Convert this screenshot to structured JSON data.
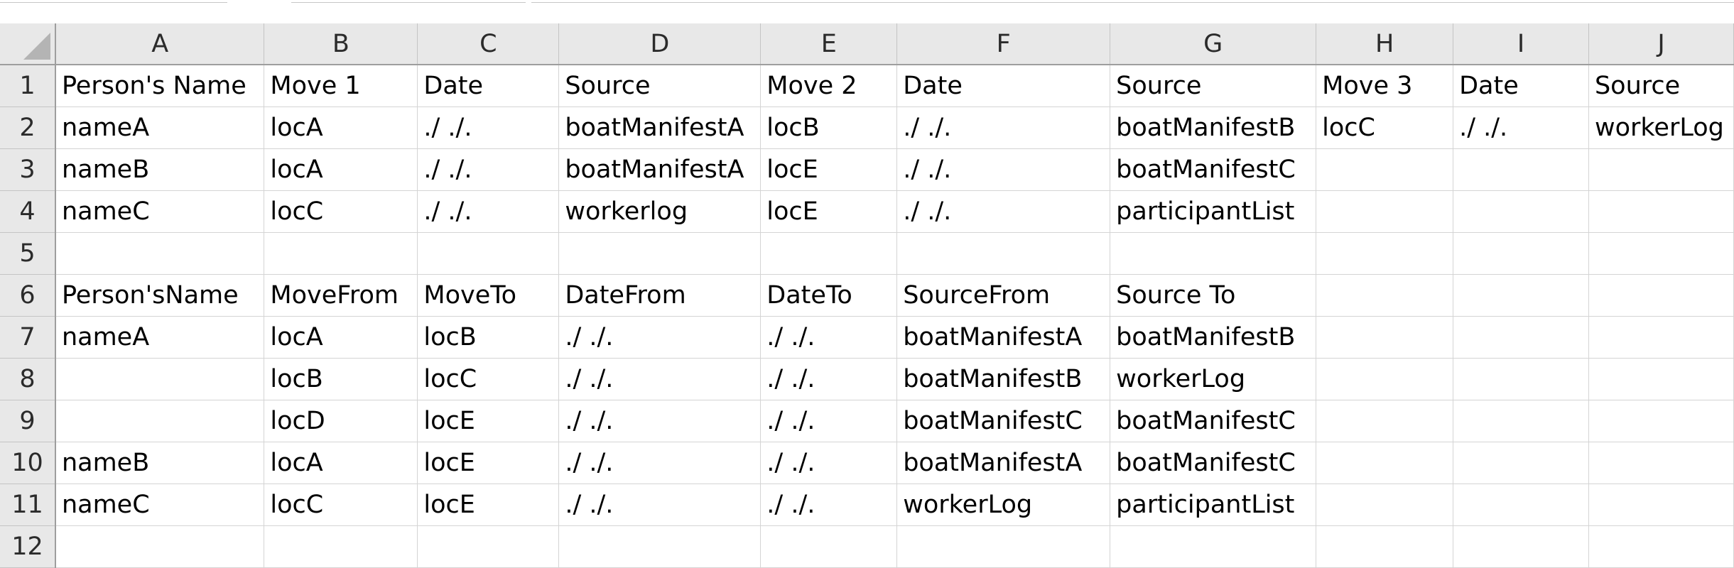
{
  "columns": [
    "A",
    "B",
    "C",
    "D",
    "E",
    "F",
    "G",
    "H",
    "I",
    "J"
  ],
  "rows": [
    {
      "num": "1",
      "cells": [
        "Person's Name",
        "Move 1",
        "Date",
        "Source",
        "Move 2",
        "Date",
        "Source",
        "Move 3",
        "Date",
        "Source"
      ]
    },
    {
      "num": "2",
      "cells": [
        "nameA",
        "locA",
        "./ ./.",
        "boatManifestA",
        "locB",
        "./ ./.",
        "boatManifestB",
        "locC",
        "./ ./.",
        "workerLog"
      ]
    },
    {
      "num": "3",
      "cells": [
        "nameB",
        "locA",
        "./ ./.",
        "boatManifestA",
        "locE",
        "./ ./.",
        "boatManifestC",
        "",
        "",
        ""
      ]
    },
    {
      "num": "4",
      "cells": [
        "nameC",
        "locC",
        "./ ./.",
        "workerlog",
        "locE",
        "./ ./.",
        "participantList",
        "",
        "",
        ""
      ]
    },
    {
      "num": "5",
      "cells": [
        "",
        "",
        "",
        "",
        "",
        "",
        "",
        "",
        "",
        ""
      ]
    },
    {
      "num": "6",
      "cells": [
        "Person'sName",
        "MoveFrom",
        "MoveTo",
        "DateFrom",
        "DateTo",
        "SourceFrom",
        "Source To",
        "",
        "",
        ""
      ]
    },
    {
      "num": "7",
      "cells": [
        "nameA",
        "locA",
        "locB",
        "./ ./.",
        "./ ./.",
        "boatManifestA",
        "boatManifestB",
        "",
        "",
        ""
      ]
    },
    {
      "num": "8",
      "cells": [
        "",
        "locB",
        "locC",
        "./ ./.",
        "./ ./.",
        "boatManifestB",
        "workerLog",
        "",
        "",
        ""
      ]
    },
    {
      "num": "9",
      "cells": [
        "",
        "locD",
        "locE",
        "./ ./.",
        "./ ./.",
        "boatManifestC",
        "boatManifestC",
        "",
        "",
        ""
      ]
    },
    {
      "num": "10",
      "cells": [
        "nameB",
        "locA",
        "locE",
        "./ ./.",
        "./ ./.",
        "boatManifestA",
        "boatManifestC",
        "",
        "",
        ""
      ]
    },
    {
      "num": "11",
      "cells": [
        "nameC",
        "locC",
        "locE",
        "./ ./.",
        "./ ./.",
        "workerLog",
        "participantList",
        "",
        "",
        ""
      ]
    },
    {
      "num": "12",
      "cells": [
        "",
        "",
        "",
        "",
        "",
        "",
        "",
        "",
        "",
        ""
      ]
    }
  ]
}
